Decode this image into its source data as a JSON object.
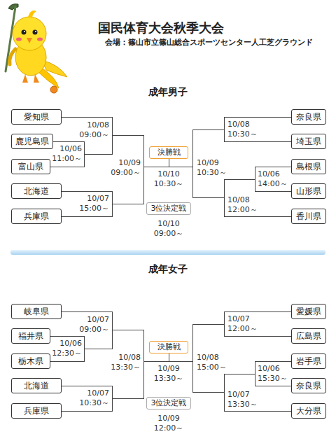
{
  "diagram": {
    "title": "国民体育大会秋季大会",
    "nodes": [
      {
        "text": [
          "愛知県"
        ]
      },
      {
        "text": [
          "鹿児島県"
        ]
      },
      {
        "text": [
          "富山県"
        ]
      },
      {
        "text": [
          "北海道"
        ]
      },
      {
        "text": [
          "兵庫県"
        ]
      },
      {
        "text": [
          "決勝戦"
        ]
      },
      {
        "text": [
          "3位決定戦"
        ]
      },
      {
        "text": [
          "奈良県"
        ]
      },
      {
        "text": [
          "埼玉県"
        ]
      },
      {
        "text": [
          "島根県"
        ]
      },
      {
        "text": [
          "山形県"
        ]
      },
      {
        "text": [
          "香川県"
        ]
      },
      {
        "text": [
          "岐阜県"
        ]
      },
      {
        "text": [
          "福井県"
        ]
      },
      {
        "text": [
          "栃木県"
        ]
      },
      {
        "text": [
          "北海道"
        ]
      },
      {
        "text": [
          "兵庫県"
        ]
      },
      {
        "text": [
          "決勝戦"
        ]
      },
      {
        "text": [
          "3位決定戦"
        ]
      },
      {
        "text": [
          "愛媛県"
        ]
      },
      {
        "text": [
          "広島県"
        ]
      },
      {
        "text": [
          "岩手県"
        ]
      },
      {
        "text": [
          "奈良県"
        ]
      },
      {
        "text": [
          "大分県"
        ]
      }
    ],
    "edges": [
      {
        "from": 0,
        "to": 5,
        "arrow": "none"
      },
      {
        "from": 1,
        "to": 5,
        "arrow": "none"
      },
      {
        "from": 2,
        "to": 5,
        "arrow": "none"
      },
      {
        "from": 3,
        "to": 5,
        "arrow": "none"
      },
      {
        "from": 4,
        "to": 5,
        "arrow": "none"
      },
      {
        "from": 7,
        "to": 5,
        "arrow": "none"
      },
      {
        "from": 8,
        "to": 5,
        "arrow": "none"
      },
      {
        "from": 9,
        "to": 5,
        "arrow": "none"
      },
      {
        "from": 10,
        "to": 5,
        "arrow": "none"
      },
      {
        "from": 11,
        "to": 5,
        "arrow": "none"
      },
      {
        "from": 12,
        "to": 17,
        "arrow": "none"
      },
      {
        "from": 13,
        "to": 17,
        "arrow": "none"
      },
      {
        "from": 14,
        "to": 17,
        "arrow": "none"
      },
      {
        "from": 15,
        "to": 17,
        "arrow": "none"
      },
      {
        "from": 16,
        "to": 17,
        "arrow": "none"
      },
      {
        "from": 19,
        "to": 17,
        "arrow": "none"
      },
      {
        "from": 20,
        "to": 17,
        "arrow": "none"
      },
      {
        "from": 21,
        "to": 17,
        "arrow": "none"
      },
      {
        "from": 22,
        "to": 17,
        "arrow": "none"
      },
      {
        "from": 23,
        "to": 17,
        "arrow": "none"
      }
    ],
    "labels": [
      "会場：篠山市立篠山総合スポーツセンター人工芝グラウンド",
      "成年男子",
      "10/08",
      "09:00～",
      "10/06",
      "11:00～",
      "10/09",
      "09:00～",
      "10/07",
      "15:00～",
      "10/10",
      "10:30～",
      "10/10",
      "09:00～",
      "10/08",
      "10:30～",
      "10/09",
      "10:30～",
      "10/06",
      "14:00～",
      "10/08",
      "12:00～",
      "成年女子",
      "10/07",
      "09:00～",
      "10/06",
      "12:30～",
      "10/08",
      "13:30～",
      "10/07",
      "10:30～",
      "10/09",
      "13:30～",
      "10/09",
      "12:00～",
      "10/07",
      "12:00～",
      "10/08",
      "15:00～",
      "10/06",
      "15:30～",
      "10/07",
      "13:30～"
    ]
  }
}
